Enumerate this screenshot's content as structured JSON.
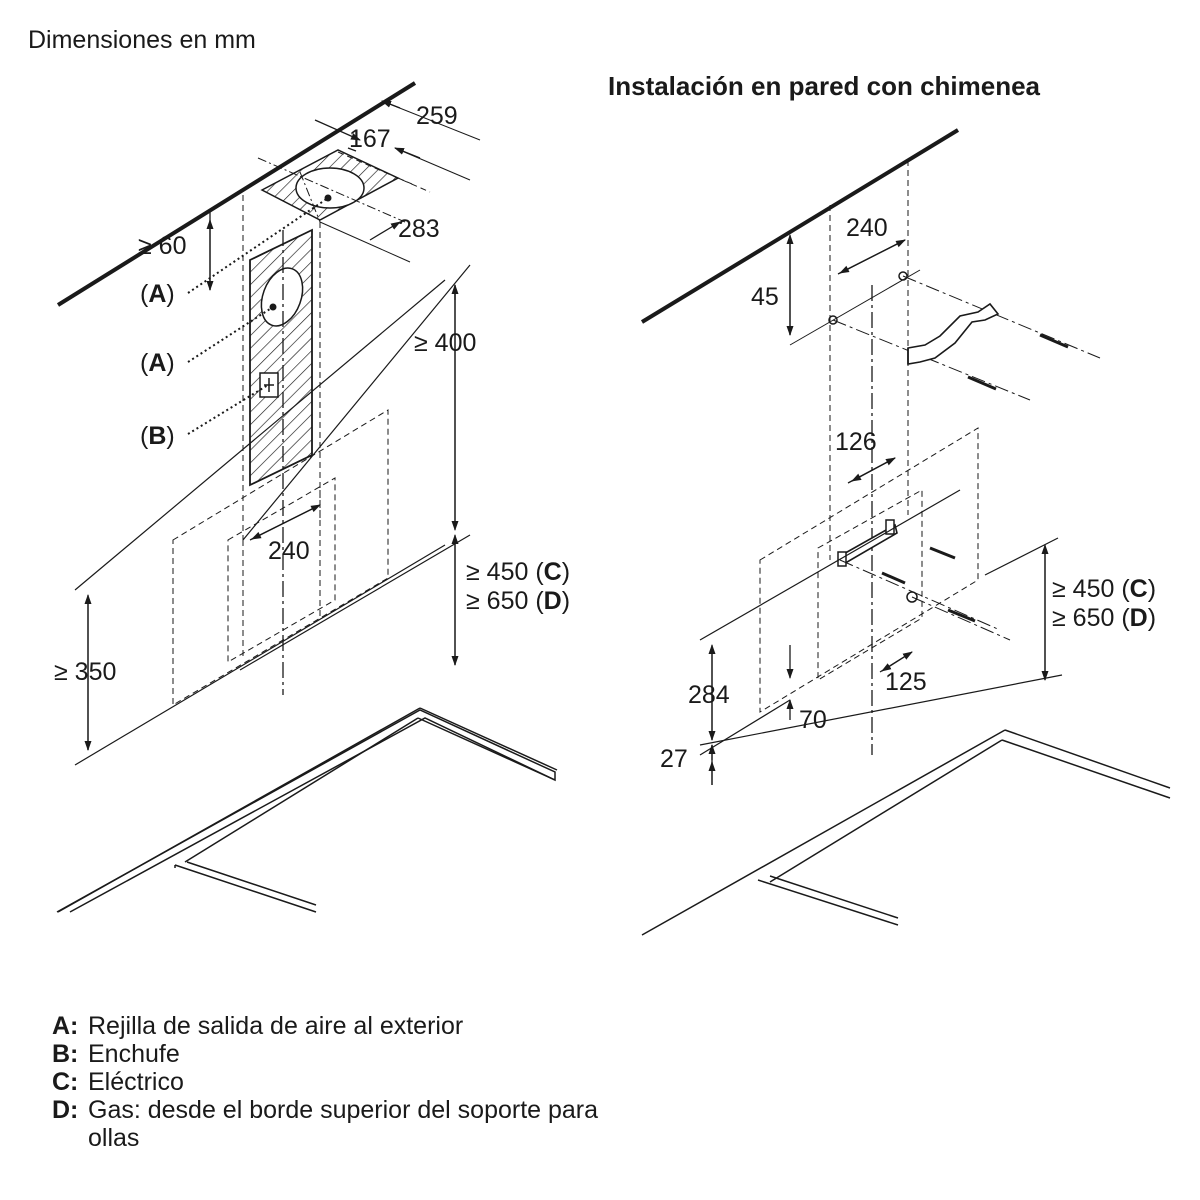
{
  "header": {
    "units": "Dimensiones en mm"
  },
  "right_title": "Instalación en pared con chimenea",
  "left_diagram": {
    "dim_259": "259",
    "dim_167": "167",
    "dim_283": "283",
    "dim_60": "≥ 60",
    "dim_400": "≥ 400",
    "dim_240": "240",
    "dim_450_prefix": "≥ 450 (",
    "dim_650_prefix": "≥ 650 (",
    "dim_350": "≥ 350",
    "callouts": [
      "A",
      "A",
      "B"
    ]
  },
  "right_diagram": {
    "dim_240": "240",
    "dim_45": "45",
    "dim_126": "126",
    "dim_450_prefix": "≥ 450 (",
    "dim_650_prefix": "≥ 650 (",
    "dim_284": "284",
    "dim_70": "70",
    "dim_125": "125",
    "dim_27": "27"
  },
  "letters": {
    "C": "C",
    "D": "D"
  },
  "close_paren": ")",
  "legend": [
    {
      "key": "A:",
      "text": "Rejilla de salida de aire al exterior"
    },
    {
      "key": "B:",
      "text": "Enchufe"
    },
    {
      "key": "C:",
      "text": "Eléctrico"
    },
    {
      "key": "D:",
      "text": "Gas: desde el borde superior del soporte para ollas"
    }
  ]
}
